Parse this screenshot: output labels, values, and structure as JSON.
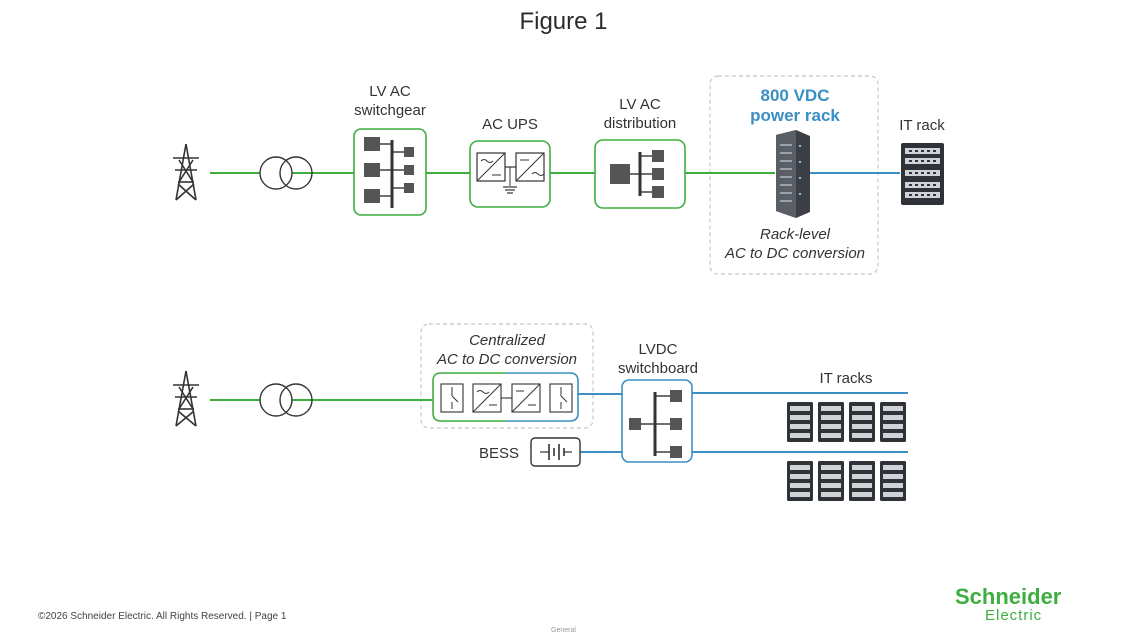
{
  "title": "Figure 1",
  "top": {
    "lv_ac_switchgear": "LV AC\nswitchgear",
    "ac_ups": "AC UPS",
    "lv_ac_distribution": "LV AC\ndistribution",
    "power_rack": "800 VDC\npower rack",
    "it_rack": "IT rack",
    "rack_level": "Rack-level\nAC to DC conversion"
  },
  "bottom": {
    "centralized": "Centralized\nAC to DC conversion",
    "lvdc": "LVDC\nswitchboard",
    "it_racks": "IT racks",
    "bess": "BESS"
  },
  "colors": {
    "ac": "#3dae3f",
    "dc": "#3b8fc4",
    "dashed": "#bbbbbb"
  },
  "footer": "©2026 Schneider Electric. All Rights Reserved. | Page 1",
  "classification": "General",
  "logo": {
    "line1": "Schneider",
    "line2": "Electric"
  }
}
